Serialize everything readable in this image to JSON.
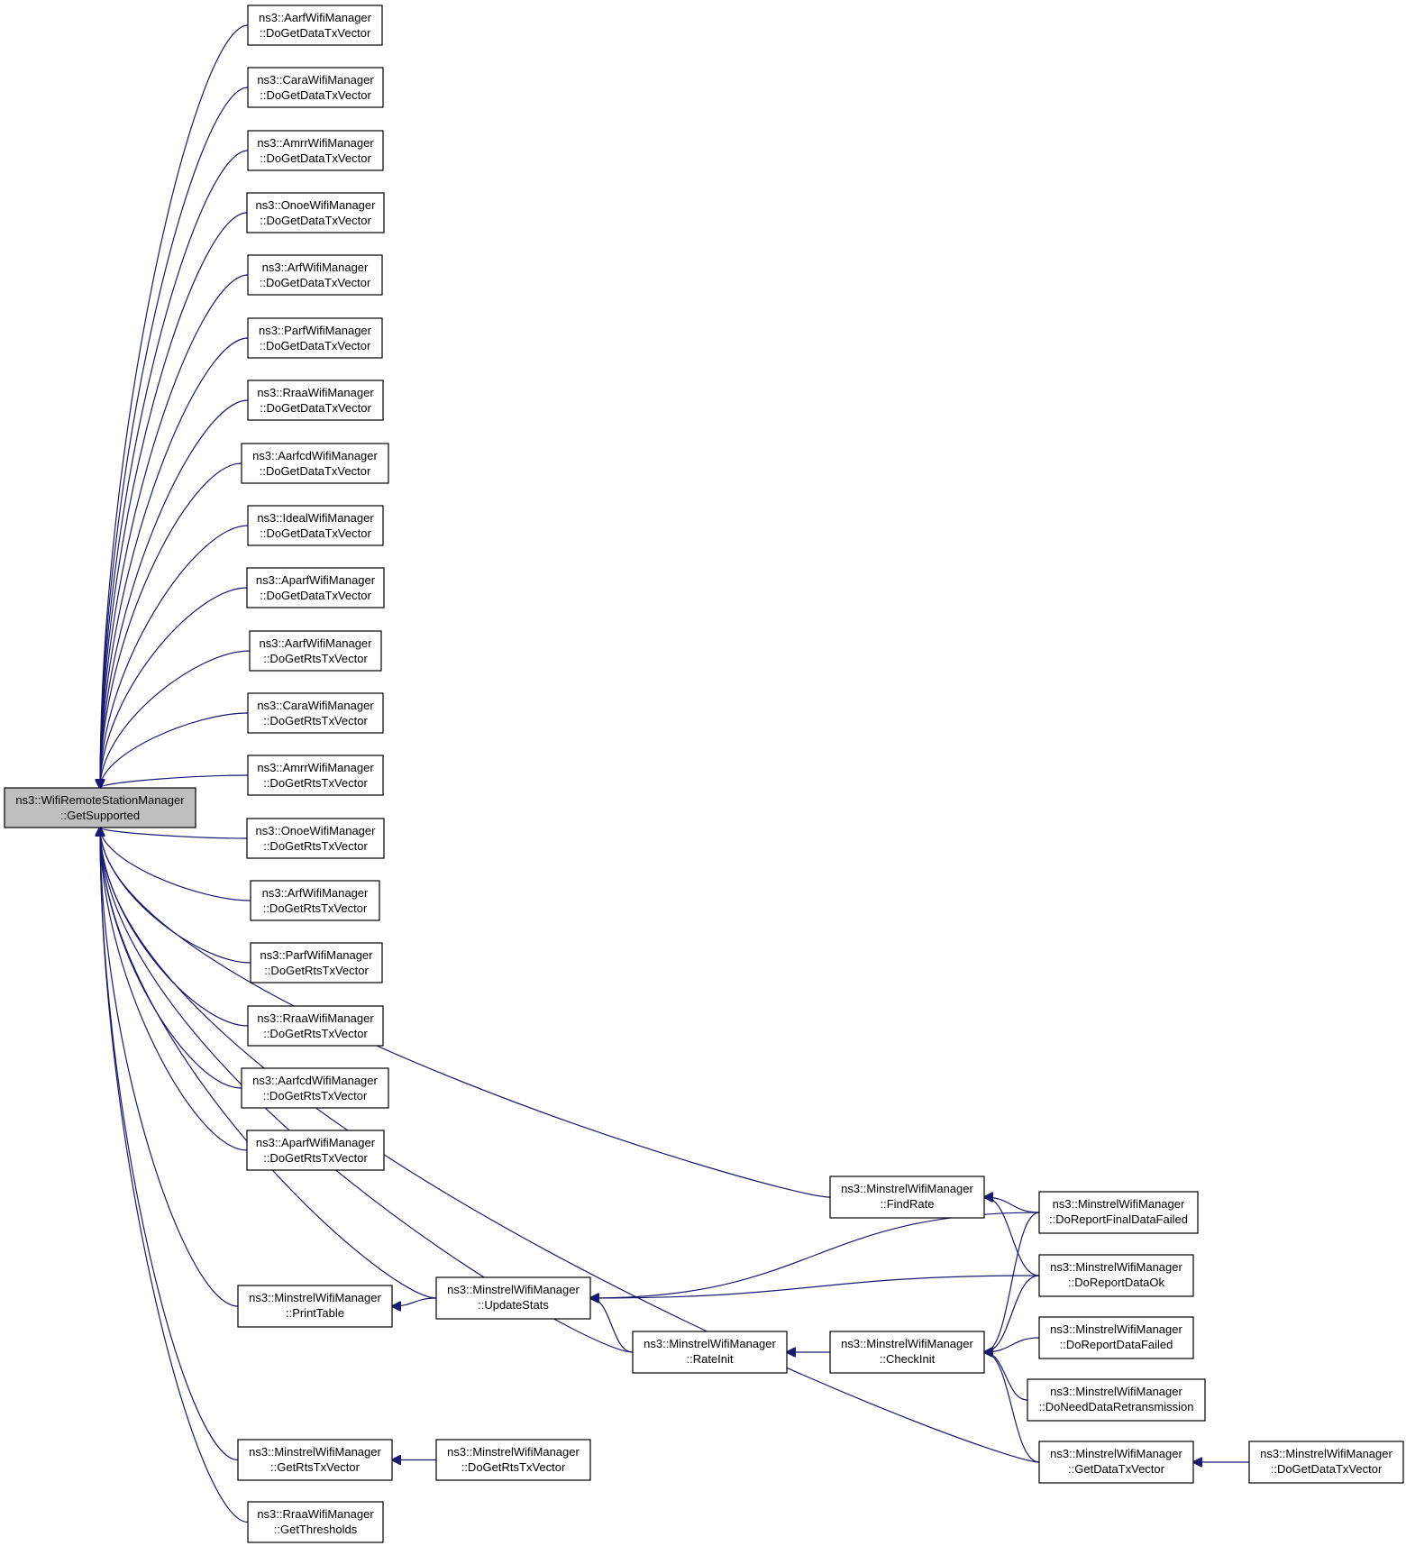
{
  "diagram": {
    "colors": {
      "edge": "#191970",
      "root_fill": "#bfbfbf",
      "node_fill": "#ffffff",
      "border": "#000000"
    },
    "nodes": [
      {
        "id": "root",
        "lines": [
          "ns3::WifiRemoteStationManager",
          "::GetSupported"
        ],
        "highlight": true
      },
      {
        "id": "aarf_data",
        "lines": [
          "ns3::AarfWifiManager",
          "::DoGetDataTxVector"
        ]
      },
      {
        "id": "cara_data",
        "lines": [
          "ns3::CaraWifiManager",
          "::DoGetDataTxVector"
        ]
      },
      {
        "id": "amrr_data",
        "lines": [
          "ns3::AmrrWifiManager",
          "::DoGetDataTxVector"
        ]
      },
      {
        "id": "onoe_data",
        "lines": [
          "ns3::OnoeWifiManager",
          "::DoGetDataTxVector"
        ]
      },
      {
        "id": "arf_data",
        "lines": [
          "ns3::ArfWifiManager",
          "::DoGetDataTxVector"
        ]
      },
      {
        "id": "parf_data",
        "lines": [
          "ns3::ParfWifiManager",
          "::DoGetDataTxVector"
        ]
      },
      {
        "id": "rraa_data",
        "lines": [
          "ns3::RraaWifiManager",
          "::DoGetDataTxVector"
        ]
      },
      {
        "id": "aarfcd_data",
        "lines": [
          "ns3::AarfcdWifiManager",
          "::DoGetDataTxVector"
        ]
      },
      {
        "id": "ideal_data",
        "lines": [
          "ns3::IdealWifiManager",
          "::DoGetDataTxVector"
        ]
      },
      {
        "id": "aparf_data",
        "lines": [
          "ns3::AparfWifiManager",
          "::DoGetDataTxVector"
        ]
      },
      {
        "id": "aarf_rts",
        "lines": [
          "ns3::AarfWifiManager",
          "::DoGetRtsTxVector"
        ]
      },
      {
        "id": "cara_rts",
        "lines": [
          "ns3::CaraWifiManager",
          "::DoGetRtsTxVector"
        ]
      },
      {
        "id": "amrr_rts",
        "lines": [
          "ns3::AmrrWifiManager",
          "::DoGetRtsTxVector"
        ]
      },
      {
        "id": "onoe_rts",
        "lines": [
          "ns3::OnoeWifiManager",
          "::DoGetRtsTxVector"
        ]
      },
      {
        "id": "arf_rts",
        "lines": [
          "ns3::ArfWifiManager",
          "::DoGetRtsTxVector"
        ]
      },
      {
        "id": "parf_rts",
        "lines": [
          "ns3::ParfWifiManager",
          "::DoGetRtsTxVector"
        ]
      },
      {
        "id": "rraa_rts",
        "lines": [
          "ns3::RraaWifiManager",
          "::DoGetRtsTxVector"
        ]
      },
      {
        "id": "aarfcd_rts",
        "lines": [
          "ns3::AarfcdWifiManager",
          "::DoGetRtsTxVector"
        ]
      },
      {
        "id": "aparf_rts",
        "lines": [
          "ns3::AparfWifiManager",
          "::DoGetRtsTxVector"
        ]
      },
      {
        "id": "m_printtable",
        "lines": [
          "ns3::MinstrelWifiManager",
          "::PrintTable"
        ]
      },
      {
        "id": "m_getrts",
        "lines": [
          "ns3::MinstrelWifiManager",
          "::GetRtsTxVector"
        ]
      },
      {
        "id": "rraa_thresholds",
        "lines": [
          "ns3::RraaWifiManager",
          "::GetThresholds"
        ]
      },
      {
        "id": "m_updatestats",
        "lines": [
          "ns3::MinstrelWifiManager",
          "::UpdateStats"
        ]
      },
      {
        "id": "m_dogetrts",
        "lines": [
          "ns3::MinstrelWifiManager",
          "::DoGetRtsTxVector"
        ]
      },
      {
        "id": "m_rateinit",
        "lines": [
          "ns3::MinstrelWifiManager",
          "::RateInit"
        ]
      },
      {
        "id": "m_findrate",
        "lines": [
          "ns3::MinstrelWifiManager",
          "::FindRate"
        ]
      },
      {
        "id": "m_checkinit",
        "lines": [
          "ns3::MinstrelWifiManager",
          "::CheckInit"
        ]
      },
      {
        "id": "m_reportfinal",
        "lines": [
          "ns3::MinstrelWifiManager",
          "::DoReportFinalDataFailed"
        ]
      },
      {
        "id": "m_reportok",
        "lines": [
          "ns3::MinstrelWifiManager",
          "::DoReportDataOk"
        ]
      },
      {
        "id": "m_reportfailed",
        "lines": [
          "ns3::MinstrelWifiManager",
          "::DoReportDataFailed"
        ]
      },
      {
        "id": "m_needretx",
        "lines": [
          "ns3::MinstrelWifiManager",
          "::DoNeedDataRetransmission"
        ]
      },
      {
        "id": "m_getdata",
        "lines": [
          "ns3::MinstrelWifiManager",
          "::GetDataTxVector"
        ]
      },
      {
        "id": "m_dogetdata",
        "lines": [
          "ns3::MinstrelWifiManager",
          "::DoGetDataTxVector"
        ]
      }
    ],
    "edges": [
      {
        "from": "aarf_data",
        "to": "root"
      },
      {
        "from": "cara_data",
        "to": "root"
      },
      {
        "from": "amrr_data",
        "to": "root"
      },
      {
        "from": "onoe_data",
        "to": "root"
      },
      {
        "from": "arf_data",
        "to": "root"
      },
      {
        "from": "parf_data",
        "to": "root"
      },
      {
        "from": "rraa_data",
        "to": "root"
      },
      {
        "from": "aarfcd_data",
        "to": "root"
      },
      {
        "from": "ideal_data",
        "to": "root"
      },
      {
        "from": "aparf_data",
        "to": "root"
      },
      {
        "from": "aarf_rts",
        "to": "root"
      },
      {
        "from": "cara_rts",
        "to": "root"
      },
      {
        "from": "amrr_rts",
        "to": "root"
      },
      {
        "from": "onoe_rts",
        "to": "root"
      },
      {
        "from": "arf_rts",
        "to": "root"
      },
      {
        "from": "parf_rts",
        "to": "root"
      },
      {
        "from": "rraa_rts",
        "to": "root"
      },
      {
        "from": "aarfcd_rts",
        "to": "root"
      },
      {
        "from": "aparf_rts",
        "to": "root"
      },
      {
        "from": "m_findrate",
        "to": "root"
      },
      {
        "from": "m_updatestats",
        "to": "root"
      },
      {
        "from": "m_printtable",
        "to": "root"
      },
      {
        "from": "m_rateinit",
        "to": "root"
      },
      {
        "from": "m_getdata",
        "to": "root"
      },
      {
        "from": "m_getrts",
        "to": "root"
      },
      {
        "from": "rraa_thresholds",
        "to": "root"
      },
      {
        "from": "m_updatestats",
        "to": "m_printtable"
      },
      {
        "from": "m_dogetrts",
        "to": "m_getrts"
      },
      {
        "from": "m_rateinit",
        "to": "m_updatestats"
      },
      {
        "from": "m_reportfinal",
        "to": "m_updatestats"
      },
      {
        "from": "m_reportok",
        "to": "m_updatestats"
      },
      {
        "from": "m_checkinit",
        "to": "m_rateinit"
      },
      {
        "from": "m_reportfinal",
        "to": "m_findrate"
      },
      {
        "from": "m_reportok",
        "to": "m_findrate"
      },
      {
        "from": "m_reportfinal",
        "to": "m_checkinit"
      },
      {
        "from": "m_reportok",
        "to": "m_checkinit"
      },
      {
        "from": "m_reportfailed",
        "to": "m_checkinit"
      },
      {
        "from": "m_needretx",
        "to": "m_checkinit"
      },
      {
        "from": "m_getdata",
        "to": "m_checkinit"
      },
      {
        "from": "m_dogetdata",
        "to": "m_getdata"
      }
    ]
  }
}
